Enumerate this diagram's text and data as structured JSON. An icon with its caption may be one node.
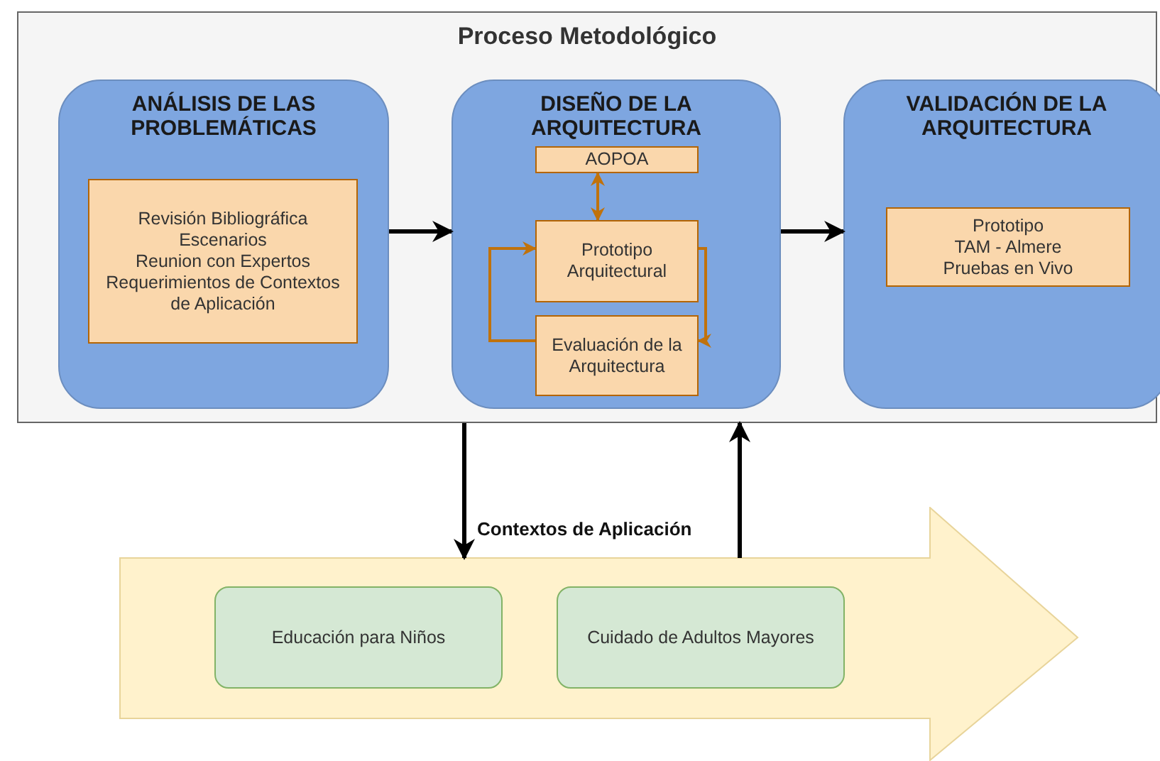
{
  "diagram": {
    "nodes": [
      {
        "text": [
          "Proceso Metodológico"
        ]
      },
      {
        "text": [
          "ANÁLISIS DE LAS PROBLEMÁTICAS"
        ],
        "in": 0
      },
      {
        "text": [
          "Revisión Bibliográfica",
          "Escenarios",
          "Reunion con Expertos",
          "Requerimientos de Contextos de Aplicación"
        ],
        "in": 1
      },
      {
        "text": [
          "DISEÑO DE LA ARQUITECTURA"
        ],
        "in": 0
      },
      {
        "text": [
          "AOPOA"
        ],
        "in": 3
      },
      {
        "text": [
          "Prototipo Arquitectural"
        ],
        "in": 3
      },
      {
        "text": [
          "Evaluación de la Arquitectura"
        ],
        "in": 3
      },
      {
        "text": [
          "VALIDACIÓN DE LA ARQUITECTURA"
        ],
        "in": 0
      },
      {
        "text": [
          "Prototipo",
          "TAM - Almere",
          "Pruebas en Vivo"
        ],
        "in": 7
      },
      {
        "text": [
          "Contextos de Aplicación"
        ]
      },
      {
        "text": [
          "Educación para Niños"
        ],
        "in": 9
      },
      {
        "text": [
          "Cuidado de Adultos Mayores"
        ],
        "in": 9
      }
    ],
    "edges": [
      {
        "from": 1,
        "to": 3,
        "arrow": "to"
      },
      {
        "from": 3,
        "to": 7,
        "arrow": "to"
      },
      {
        "from": 4,
        "to": 5,
        "arrow": "both",
        "color": "#c0720c"
      },
      {
        "from": 5,
        "to": 6,
        "arrow": "to",
        "color": "#c0720c"
      },
      {
        "from": 6,
        "to": 5,
        "arrow": "to",
        "color": "#c0720c"
      },
      {
        "from": 0,
        "to": 9,
        "arrow": "to"
      },
      {
        "from": 9,
        "to": 0,
        "arrow": "to"
      }
    ]
  }
}
